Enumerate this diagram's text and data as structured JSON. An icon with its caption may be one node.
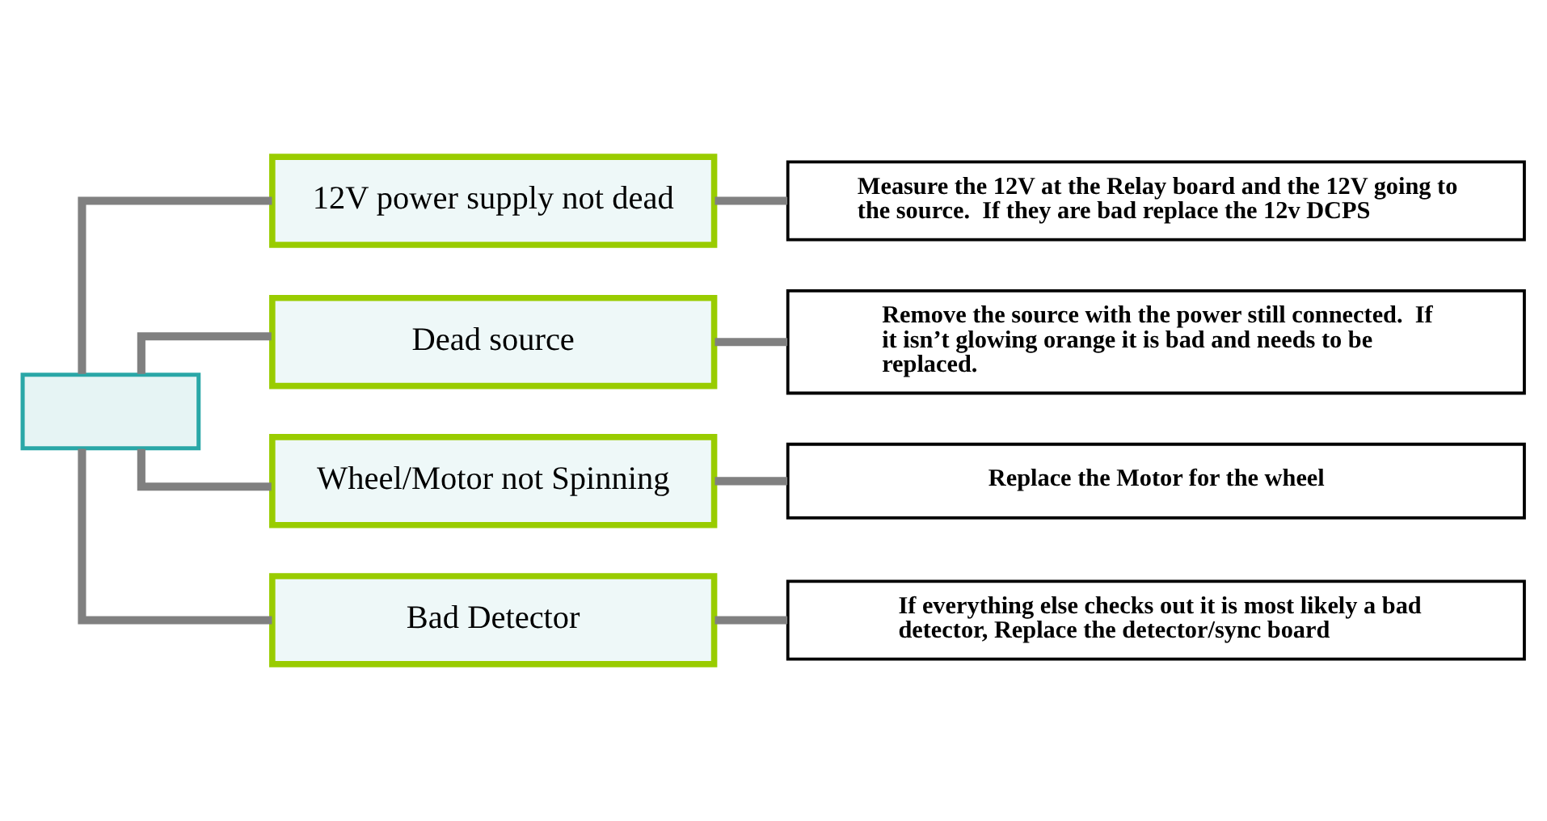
{
  "diagram": {
    "nodes": [
      {
        "text": [],
        "shape": "box"
      },
      {
        "text": [
          "12V power supply not dead"
        ]
      },
      {
        "text": [
          "Measure the 12V at the Relay board and the 12V going to the source.  If they are bad replace the 12v DCPS"
        ]
      },
      {
        "text": [
          "Dead source"
        ]
      },
      {
        "text": [
          "Remove the source with the power still connected.  If it isn’t glowing orange it is bad and needs to be replaced."
        ]
      },
      {
        "text": [
          "Wheel/Motor not Spinning"
        ]
      },
      {
        "text": [
          "Replace the Motor for the wheel"
        ]
      },
      {
        "text": [
          "Bad Detector"
        ]
      },
      {
        "text": [
          "If everything else checks out it is most likely a bad detector, Replace the detector/sync board"
        ]
      }
    ],
    "edges": [
      {
        "from": 0,
        "to": 1,
        "arrow": "none"
      },
      {
        "from": 1,
        "to": 2,
        "arrow": "none"
      },
      {
        "from": 0,
        "to": 3,
        "arrow": "none"
      },
      {
        "from": 3,
        "to": 4,
        "arrow": "none"
      },
      {
        "from": 0,
        "to": 5,
        "arrow": "none"
      },
      {
        "from": 5,
        "to": 6,
        "arrow": "none"
      },
      {
        "from": 0,
        "to": 7,
        "arrow": "none"
      },
      {
        "from": 7,
        "to": 8,
        "arrow": "none"
      }
    ]
  }
}
